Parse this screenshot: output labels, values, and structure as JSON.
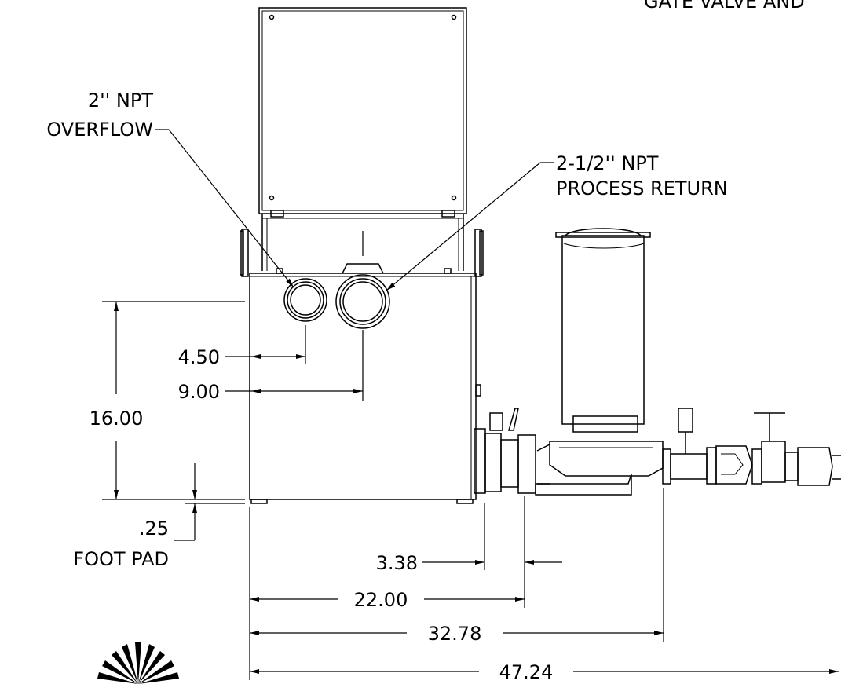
{
  "header": {
    "partial_title": "GATE VALVE AND"
  },
  "callouts": {
    "overflow": {
      "size": "2'' NPT",
      "label": "OVERFLOW"
    },
    "process_return": {
      "size": "2-1/2'' NPT",
      "label": "PROCESS RETURN"
    }
  },
  "dimensions": {
    "d_4_50": "4.50",
    "d_9_00": "9.00",
    "d_16_00": "16.00",
    "d_0_25": ".25",
    "foot_pad": "FOOT PAD",
    "d_3_38": "3.38",
    "d_22_00": "22.00",
    "d_32_78": "32.78",
    "d_47_24": "47.24"
  },
  "logo": {
    "icon": "sunburst-logo-icon"
  }
}
